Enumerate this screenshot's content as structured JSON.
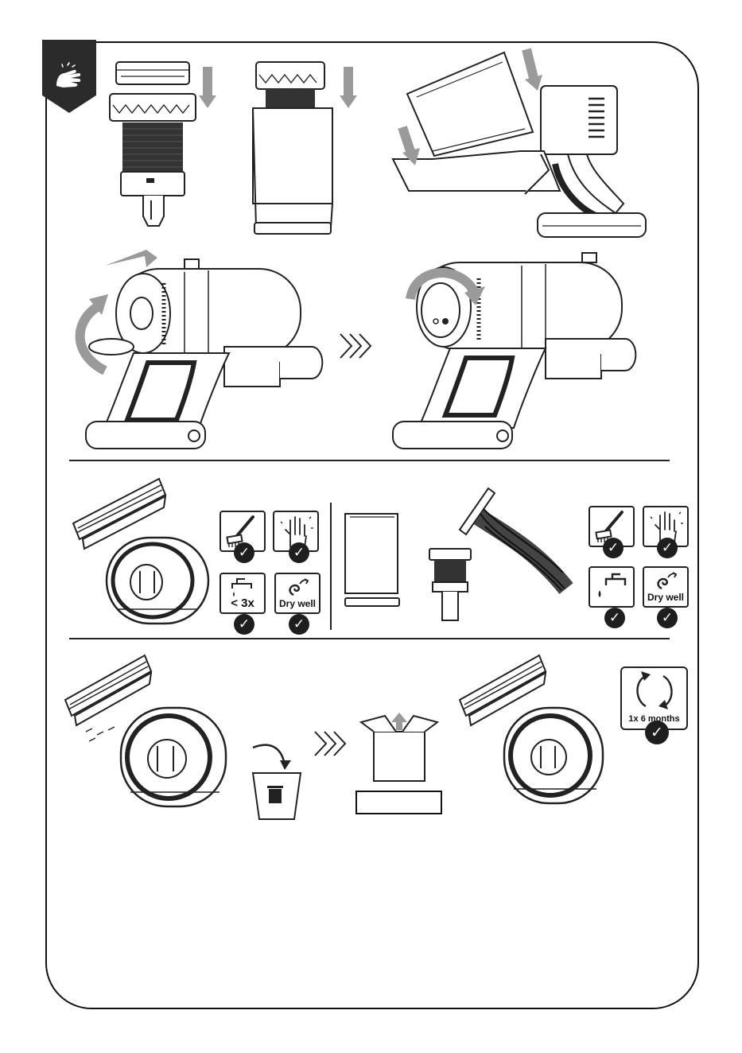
{
  "icons": {
    "corner": "hand-wipe-cleaning-icon",
    "brush": "brush-icon",
    "hand": "hand-clean-icon",
    "tap": "water-tap-icon",
    "dry": "dry-air-icon",
    "rotate": "rotate-arrows-icon",
    "trash": "trash-bin-icon",
    "box": "new-part-box-icon",
    "chevrons": "double-chevron-icon",
    "check": "check-icon"
  },
  "labels": {
    "wash_count": "< 3x",
    "dry_well_left": "Dry well",
    "dry_well_right": "Dry well",
    "frequency": "1x 6 months",
    "check_mark": "✓"
  },
  "colors": {
    "frame": "#111111",
    "badge": "#2b2b2b",
    "arrow": "#9a9a9a",
    "check_bg": "#1e1e1e"
  }
}
